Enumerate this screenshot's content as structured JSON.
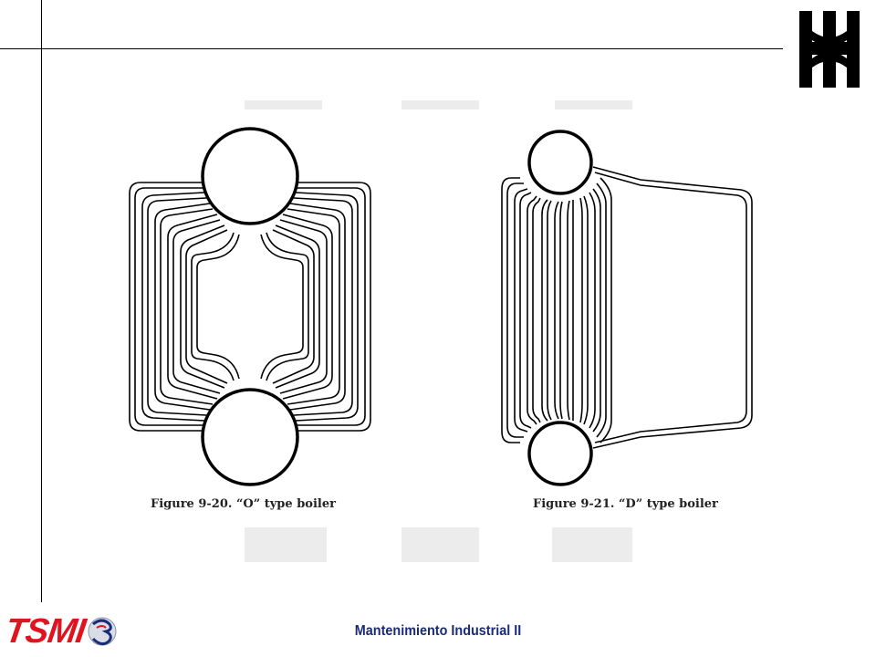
{
  "slide": {
    "figure_o_caption": "Figure 9-20. “O” type boiler",
    "figure_d_caption": "Figure 9-21. “D” type boiler",
    "footer_text": "Mantenimiento Industrial II",
    "footer_logo_text": "TSMI"
  },
  "colors": {
    "tsmi_red": "#e0141e",
    "footer_blue": "#1a2a7a",
    "line": "#000000"
  },
  "icons": {
    "top_right_logo": "utn-logo",
    "footer_logo": "tsmi-swirl-logo"
  }
}
